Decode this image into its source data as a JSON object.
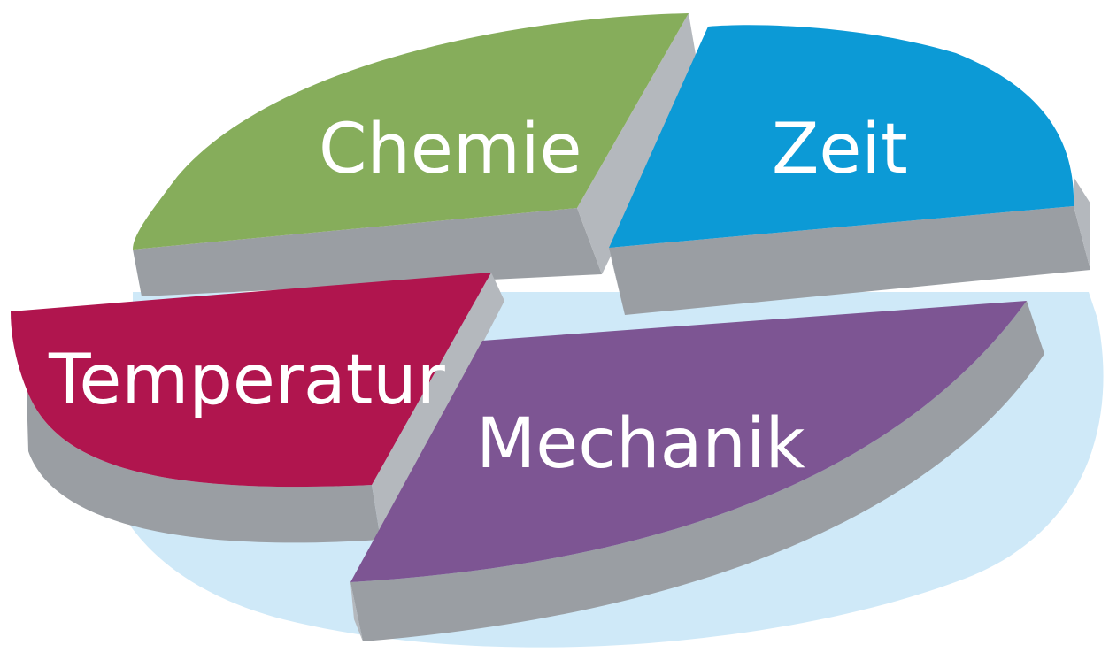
{
  "diagram": {
    "background_color": "#ffffff",
    "base_glow_color": "#cfe9f8",
    "side_color": "#9a9ea3",
    "side_light_color": "#b4b8bd",
    "segments": [
      {
        "id": "chemie",
        "label": "Chemie",
        "color": "#86ad5b"
      },
      {
        "id": "zeit",
        "label": "Zeit",
        "color": "#0c9ad6"
      },
      {
        "id": "temperatur",
        "label": "Temperatur",
        "color": "#b0154e"
      },
      {
        "id": "mechanik",
        "label": "Mechanik",
        "color": "#7d5593"
      }
    ]
  }
}
